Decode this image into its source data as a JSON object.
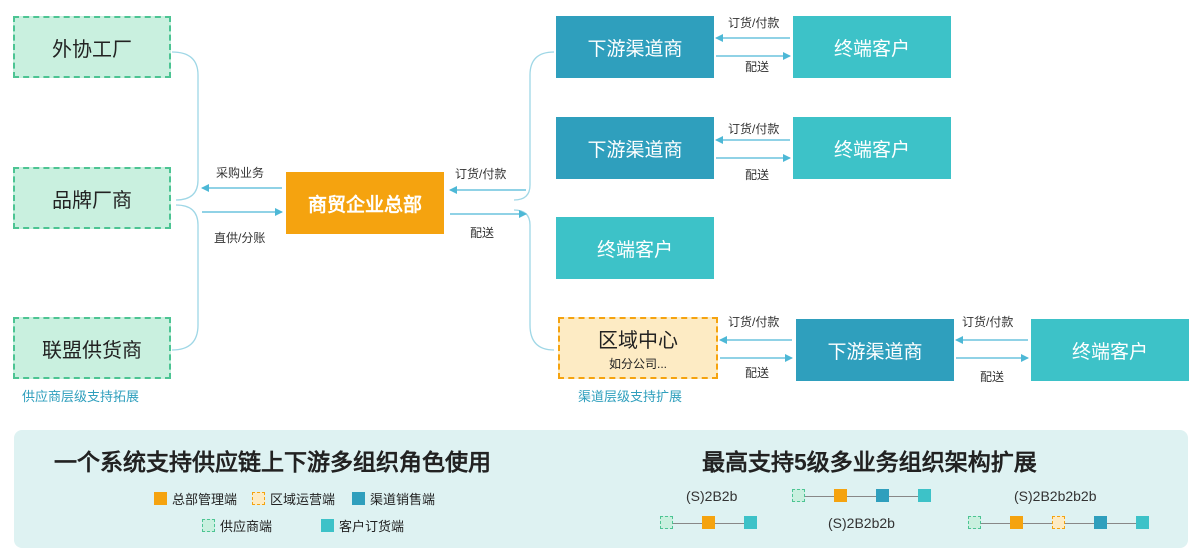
{
  "suppliers": [
    "外协工厂",
    "品牌厂商",
    "联盟供货商"
  ],
  "supplier_caption": "供应商层级支持拓展",
  "hq": "商贸企业总部",
  "left_flow": {
    "top": "采购业务",
    "bottom": "直供/分账"
  },
  "right_flow": {
    "top": "订货/付款",
    "bottom": "配送"
  },
  "channel_label": "下游渠道商",
  "customer_label": "终端客户",
  "region": {
    "title": "区域中心",
    "sub": "如分公司..."
  },
  "channel_caption": "渠道层级支持扩展",
  "pair_flow": {
    "top": "订货/付款",
    "bottom": "配送"
  },
  "panel": {
    "left_title": "一个系统支持供应链上下游多组织角色使用",
    "right_title": "最高支持5级多业务组织架构扩展",
    "legend": [
      "总部管理端",
      "区域运营端",
      "渠道销售端",
      "供应商端",
      "客户订货端"
    ],
    "chains": [
      "(S)2B2b",
      "(S)2B2b2b",
      "(S)2B2b2b2b"
    ]
  },
  "colors": {
    "hq": "#f5a30f",
    "channel": "#2f9fbd",
    "customer": "#3dc2c8",
    "supplier_fill": "#c9f0df",
    "supplier_border": "#4cc493",
    "region_fill": "#fdebc4",
    "arrow": "#4db8d6",
    "panel_bg": "#def2f2"
  }
}
